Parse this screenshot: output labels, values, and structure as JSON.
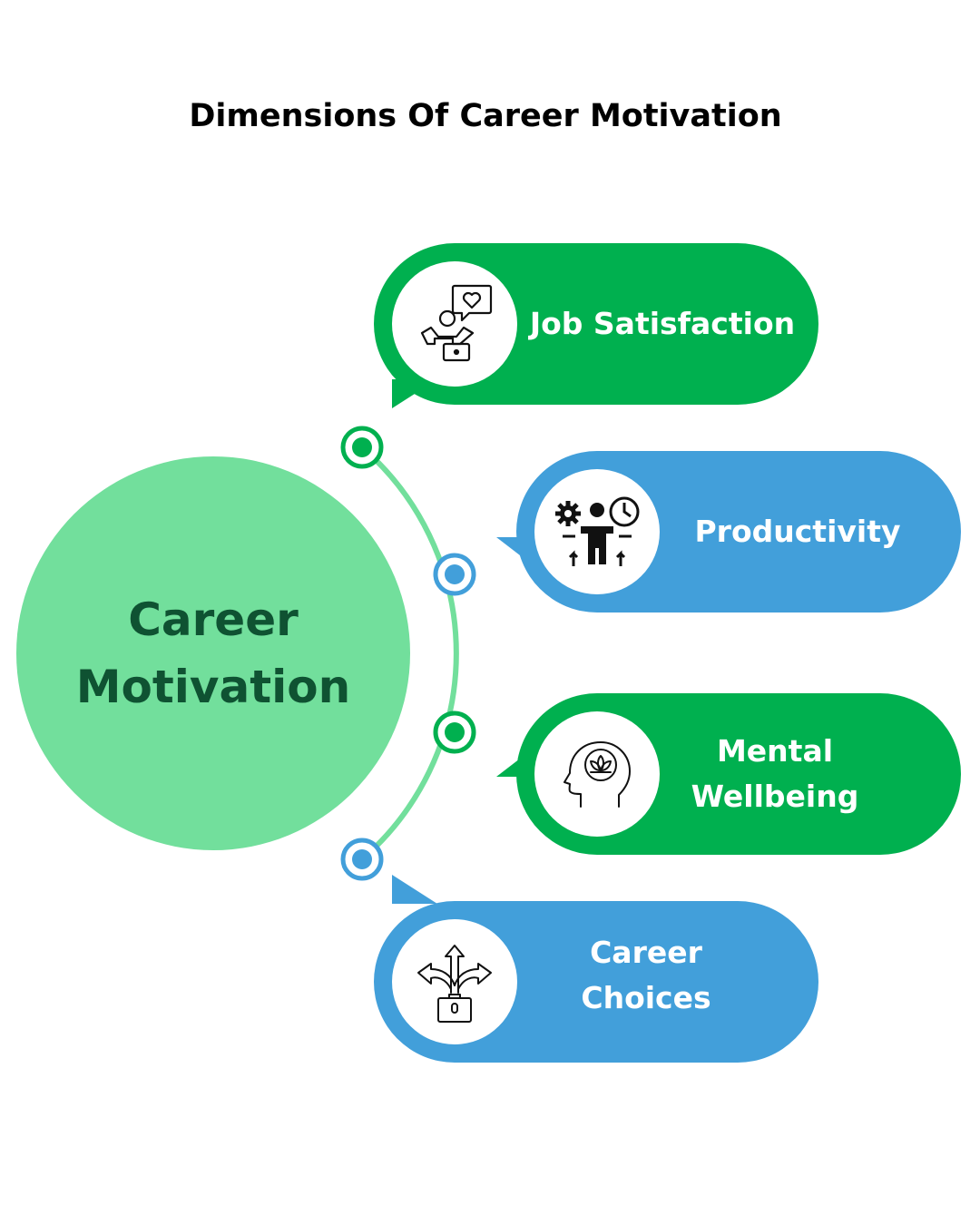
{
  "title": "Dimensions Of Career Motivation",
  "hub": {
    "line1": "Career",
    "line2": "Motivation"
  },
  "colors": {
    "green": "#00b04f",
    "blue": "#429fda",
    "hub": "#72df9c",
    "hub_text": "#0f5232",
    "arc": "#72df9c"
  },
  "items": [
    {
      "line1": "Job Satisfaction",
      "line2": "",
      "color": "green",
      "icon": "worker-heart-icon"
    },
    {
      "line1": "Productivity",
      "line2": "",
      "color": "blue",
      "icon": "productivity-icon"
    },
    {
      "line1": "Mental",
      "line2": "Wellbeing",
      "color": "green",
      "icon": "mind-lotus-icon"
    },
    {
      "line1": "Career",
      "line2": "Choices",
      "color": "blue",
      "icon": "career-arrows-icon"
    }
  ]
}
